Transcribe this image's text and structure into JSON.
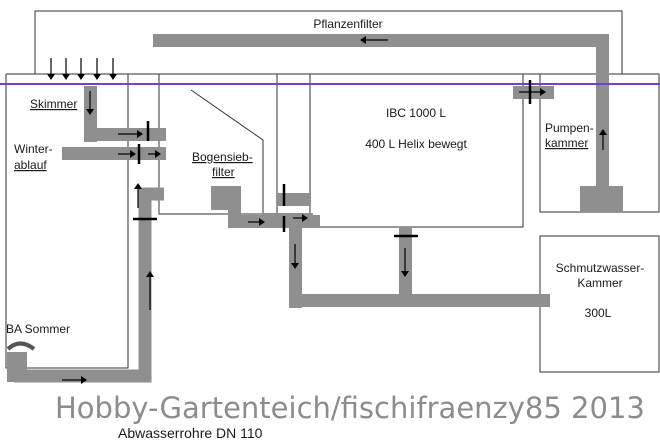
{
  "labels": {
    "plant_filter": "Pflanzenfilter",
    "skimmer": "Skimmer",
    "winter_drain": "Winter-\nablauf",
    "bow_sieve": "Bogensieb-\nfilter",
    "ibc_title": "IBC 1000 L",
    "ibc_sub": "400 L Helix bewegt",
    "pump_chamber": "Pumpen-\nkammer",
    "dirt_chamber": "Schmutzwasser-\nKammer",
    "dirt_volume": "300L",
    "bottom_drain": "BA Sommer",
    "caption": "Abwasserrohre DN 110"
  },
  "watermark": "Hobby-Gartenteich/fischifraenzy85 2013",
  "colors": {
    "pipe": "#8f8f8f",
    "water_line": "#7a3fc8",
    "outline": "#333333",
    "watermark": "#8c8c8c"
  }
}
